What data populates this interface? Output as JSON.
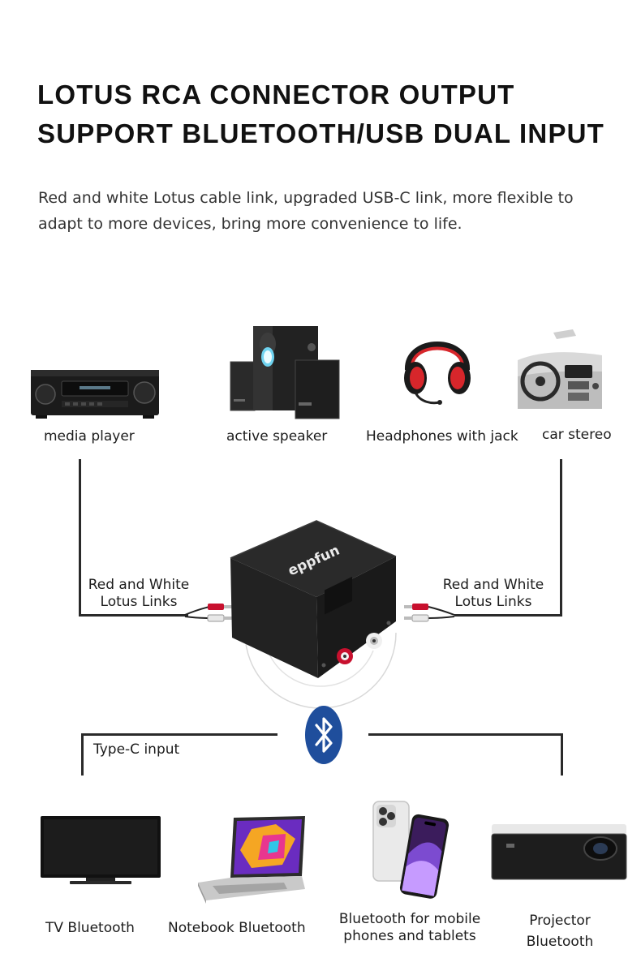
{
  "heading": {
    "line1": "LOTUS RCA CONNECTOR OUTPUT",
    "line2": "SUPPORT BLUETOOTH/USB DUAL INPUT"
  },
  "description": {
    "line1": "Red and white Lotus cable link, upgraded USB-C link, more flexible to",
    "line2": "adapt to more devices, bring more convenience to life."
  },
  "outputs": {
    "media_player": "media player",
    "active_speaker": "active speaker",
    "headphones": "Headphones with jack",
    "car_stereo": "car stereo"
  },
  "links": {
    "left_line1": "Red and White",
    "left_line2": "Lotus Links",
    "right_line1": "Red and White",
    "right_line2": "Lotus Links"
  },
  "device": {
    "brand": "eppfun"
  },
  "input_label": "Type-C input",
  "inputs": {
    "tv": "TV Bluetooth",
    "notebook": "Notebook Bluetooth",
    "mobile_line1": "Bluetooth for mobile",
    "mobile_line2": "phones and tablets",
    "projector_line1": "Projector",
    "projector_line2": "Bluetooth"
  },
  "colors": {
    "bluetooth_badge": "#1f4e9c",
    "rca_red": "#c8102e",
    "headphone_red": "#d7262b"
  }
}
